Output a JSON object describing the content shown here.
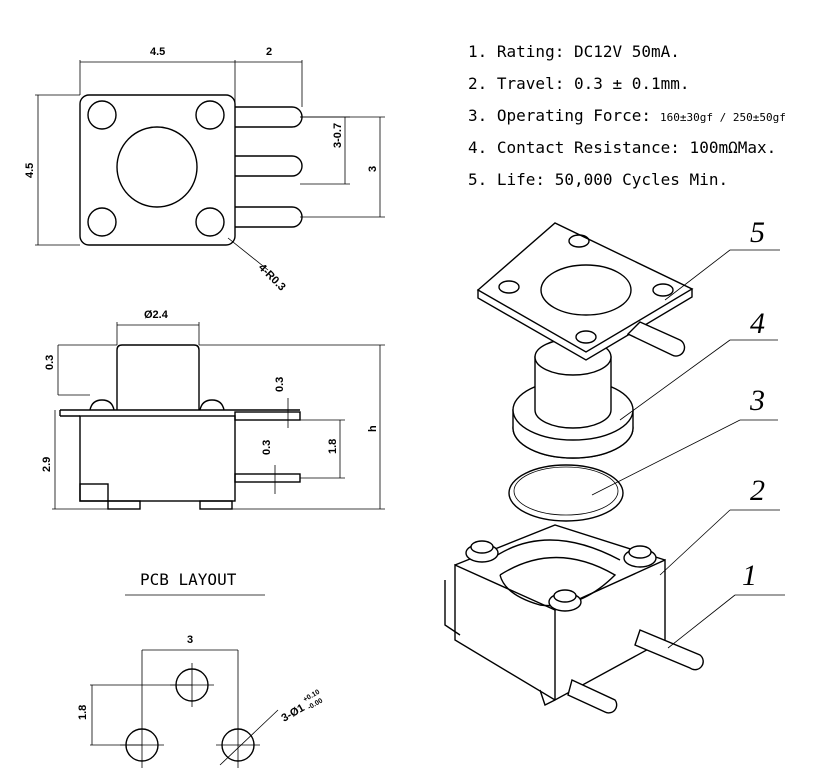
{
  "specs": {
    "line1": "1. Rating: DC12V 50mA.",
    "line2": "2. Travel: 0.3 ± 0.1mm.",
    "line3_main": "3. Operating Force:",
    "line3_small": "160±30gf / 250±50gf",
    "line4": "4. Contact Resistance: 100mΩMax.",
    "line5": "5. Life: 50,000 Cycles Min."
  },
  "top_view": {
    "width_dim": "4.5",
    "pin_dim": "2",
    "height_dim": "4.5",
    "pin_pitch_dim": "3-0.7",
    "pin_span_dim": "3",
    "radius_dim": "4-R0.3"
  },
  "side_view": {
    "diameter_dim": "Ø2.4",
    "top_gap_dim": "0.3",
    "body_dim": "2.9",
    "pin_thick_dim_1": "0.3",
    "pin_thick_dim_2": "0.3",
    "pin_spacing_dim": "1.8",
    "height_dim": "h"
  },
  "pcb_layout": {
    "title": "PCB LAYOUT",
    "pitch_dim": "3",
    "offset_dim": "1.8",
    "hole_dim": "3-Ø1",
    "hole_tol_upper": "+0.10",
    "hole_tol_lower": "-0.00"
  },
  "callouts": [
    "1",
    "2",
    "3",
    "4",
    "5"
  ]
}
